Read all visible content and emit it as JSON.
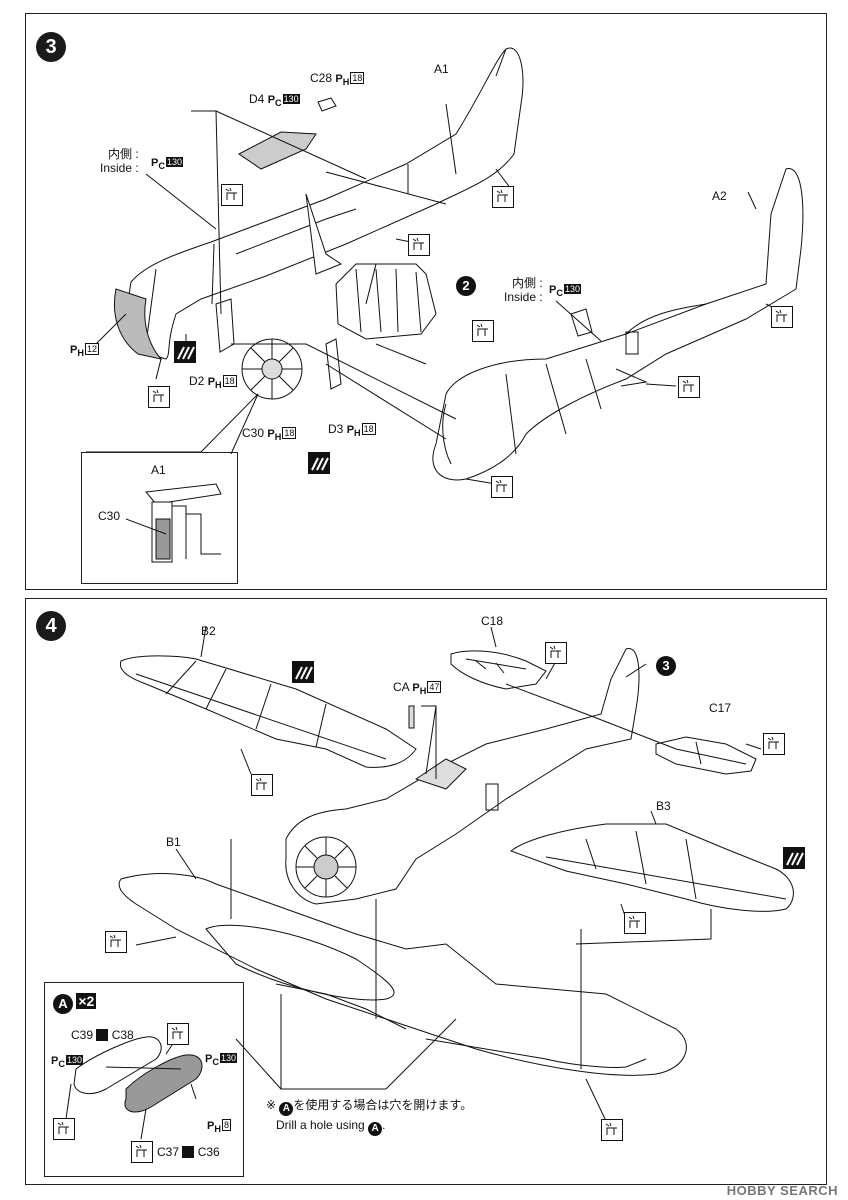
{
  "step3": {
    "number": "3",
    "labels": {
      "a1": "A1",
      "a2": "A2",
      "c28": "C28",
      "d4": "D4",
      "inside_jp": "内側 :",
      "inside_en": "Inside :",
      "inside2_jp": "内側 :",
      "inside2_en": "Inside :",
      "ph12_part": "12",
      "d2": "D2",
      "d3": "D3",
      "c30": "C30",
      "ref2": "2"
    },
    "paint": {
      "pc": "C",
      "ph": "H",
      "c28_code": "18",
      "d4_code": "130",
      "inside_code": "130",
      "inside2_code": "130",
      "d2_code": "18",
      "d3_code": "18",
      "c30_code": "18"
    },
    "inset": {
      "a1": "A1",
      "c30": "C30"
    }
  },
  "step4": {
    "number": "4",
    "labels": {
      "b1": "B1",
      "b2": "B2",
      "b3": "B3",
      "c17": "C17",
      "c18": "C18",
      "ca": "CA",
      "ca_code": "47",
      "ref3": "3"
    },
    "inset": {
      "marker": "A",
      "multiplier": "×2",
      "c39": "C39",
      "c38": "C38",
      "c37": "C37",
      "c36": "C36",
      "pc130a": "130",
      "pc130b": "130",
      "ph8": "8"
    },
    "note": {
      "symbol": "※",
      "marker": "A",
      "jp": "を使用する場合は穴を開けます。",
      "en": "Drill a hole using",
      "en_end": "."
    }
  },
  "watermark": "HOBBY SEARCH"
}
